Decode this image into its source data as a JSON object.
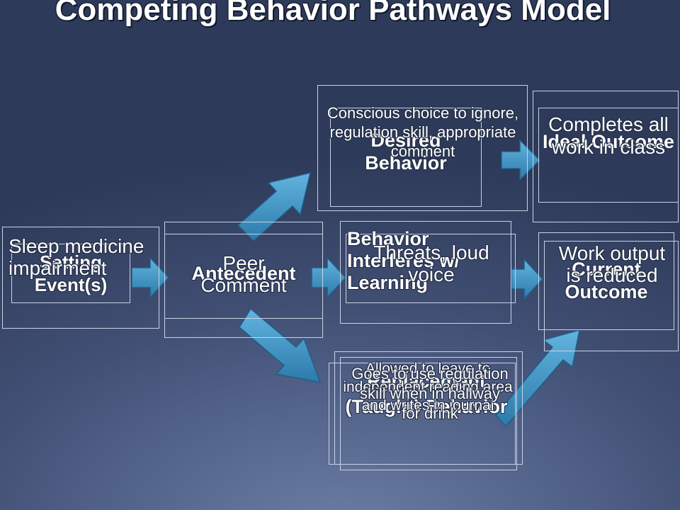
{
  "title": "Competing Behavior Pathways Model",
  "colors": {
    "arrow_fill": "#3d8fbf",
    "arrow_stroke": "#1f5f88",
    "box_border": "#c9d2e6"
  },
  "nodes": {
    "setting_event": {
      "label": "Setting Event(s)",
      "content": "Sleep medicine impairment"
    },
    "antecedent": {
      "label": "Antecedent",
      "content": "Peer Comment"
    },
    "desired_behavior": {
      "label": "Desired Behavior",
      "content": "Conscious choice to ignore, regulation skill, appropriate comment"
    },
    "ideal_outcome": {
      "label": "Ideal Outcome",
      "content": "Completes all work in class"
    },
    "interfering_behavior": {
      "label": "Behavior Interferes w/ Learning",
      "content": "Threats, loud voice"
    },
    "current_outcome": {
      "label": "Current Outcome",
      "content": "Work output is reduced"
    },
    "replacement_behavior": {
      "label": "Replacement (Taught) Behavior",
      "content_1": "Allowed to leave to independent reading area and writes in journal",
      "content_2": "Goes to use regulation skill when in hallway for drink"
    }
  }
}
